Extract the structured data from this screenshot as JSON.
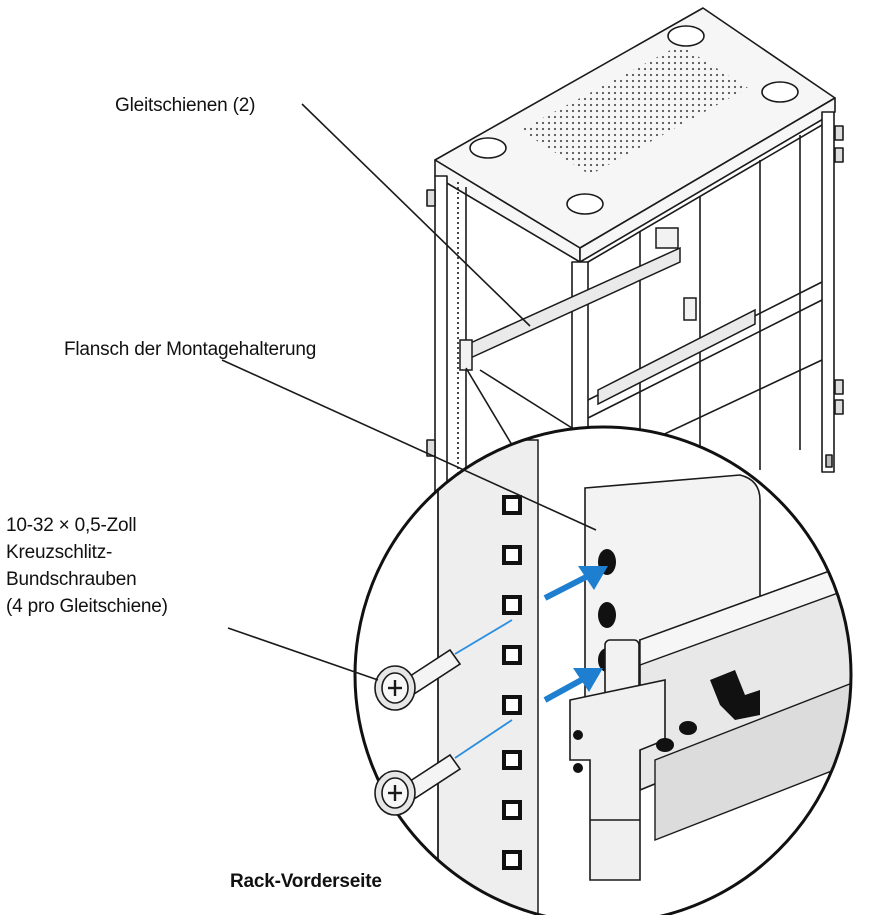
{
  "diagram": {
    "callouts": {
      "slides": "Gleitschienen (2)",
      "flange": "Flansch der Montagehalterung",
      "screws": [
        "10-32 × 0,5-Zoll",
        "Kreuzschlitz-",
        "Bundschrauben",
        "(4 pro Gleitschiene)"
      ],
      "front": "Rack-Vorderseite"
    },
    "colors": {
      "line": "#1a1a1a",
      "arrow": "#1e7fd0",
      "rack_fill": "#f4f4f4",
      "metal": "#e6e6e6"
    },
    "icons": [
      "rack-cabinet",
      "slide-rail",
      "mounting-flange",
      "phillips-screw",
      "blue-arrow"
    ]
  }
}
